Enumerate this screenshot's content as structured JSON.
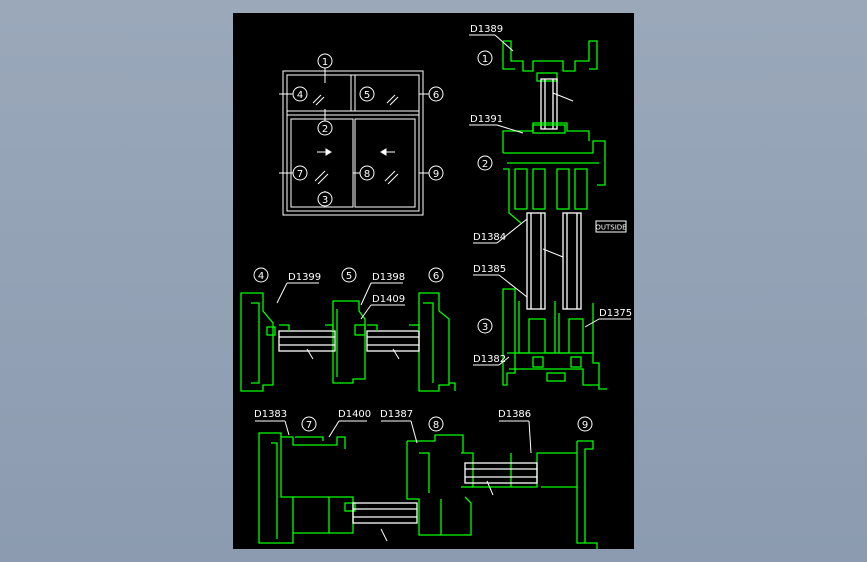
{
  "colors": {
    "background": "#8c9bb0",
    "sheet": "#000000",
    "profile": "#00ff00",
    "annotation": "#ffffff",
    "glass": "#ffffff"
  },
  "elevation": {
    "markers": [
      "1",
      "2",
      "3",
      "4",
      "5",
      "6",
      "7",
      "8",
      "9"
    ]
  },
  "section_top": {
    "profiles": [
      "D1389",
      "D1391",
      "D1384",
      "D1385",
      "D1382",
      "D1375"
    ],
    "markers": [
      "1",
      "2",
      "3"
    ],
    "outside_label": "OUTSIDE"
  },
  "section_middle": {
    "markers": [
      "4",
      "5",
      "6"
    ],
    "profiles": [
      "D1399",
      "D1398",
      "D1409"
    ]
  },
  "section_bottom": {
    "markers": [
      "7",
      "8",
      "9"
    ],
    "profiles": [
      "D1383",
      "D1400",
      "D1387",
      "D1386"
    ]
  }
}
